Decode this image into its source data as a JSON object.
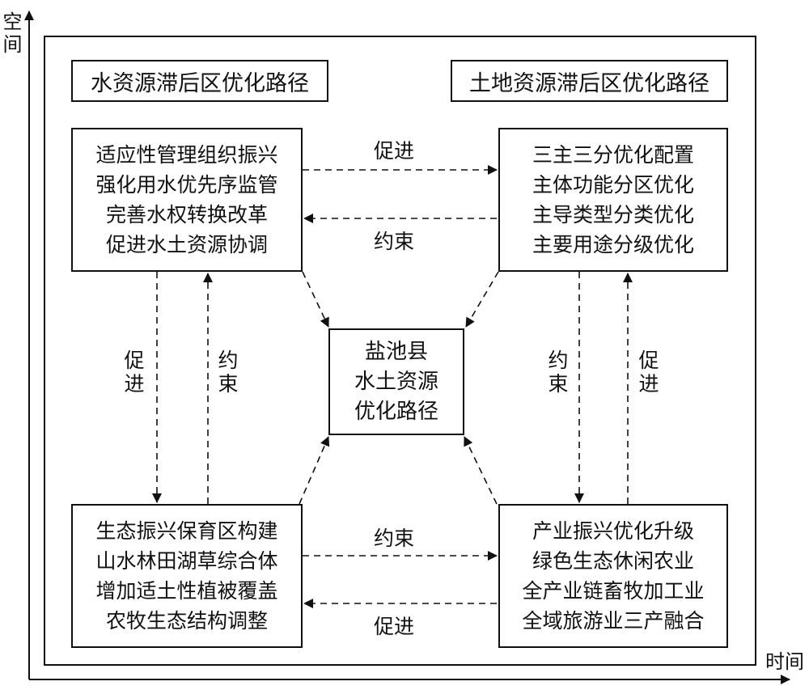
{
  "axes": {
    "y_label": "空间",
    "x_label": "时间"
  },
  "headers": {
    "water": "水资源滞后区优化路径",
    "land": "土地资源滞后区优化路径"
  },
  "center": {
    "lines": [
      "盐池县",
      "水土资源",
      "优化路径"
    ]
  },
  "boxes": {
    "top_left": [
      "适应性管理组织振兴",
      "强化用水优先序监管",
      "完善水权转换改革",
      "促进水土资源协调"
    ],
    "top_right": [
      "三主三分优化配置",
      "主体功能分区优化",
      "主导类型分类优化",
      "主要用途分级优化"
    ],
    "bottom_left": [
      "生态振兴保育区构建",
      "山水林田湖草综合体",
      "增加适土性植被覆盖",
      "农牧生态结构调整"
    ],
    "bottom_right": [
      "产业振兴优化升级",
      "绿色生态休闲农业",
      "全产业链畜牧加工业",
      "全域旅游业三产融合"
    ]
  },
  "arrow_labels": {
    "top_forward": "促进",
    "top_back": "约束",
    "bottom_forward": "约束",
    "bottom_back": "促进",
    "left_down": "促进",
    "left_up": "约束",
    "right_down": "约束",
    "right_up": "促进"
  }
}
